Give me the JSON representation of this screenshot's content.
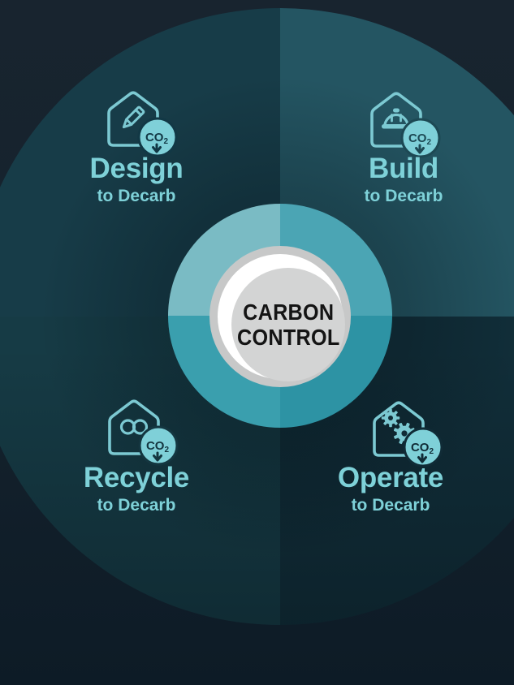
{
  "diagram": {
    "center": {
      "title_line1": "CARBON",
      "title_line2": "CONTROL"
    },
    "co2_badge": {
      "label": "CO",
      "subscript": "2",
      "arrow": "down"
    },
    "quadrants": [
      {
        "position": "top-left",
        "title": "Design",
        "subtitle": "to Decarb",
        "icon": "pencil-house-icon"
      },
      {
        "position": "top-right",
        "title": "Build",
        "subtitle": "to Decarb",
        "icon": "hardhat-house-icon"
      },
      {
        "position": "bottom-left",
        "title": "Recycle",
        "subtitle": "to Decarb",
        "icon": "infinity-house-icon"
      },
      {
        "position": "bottom-right",
        "title": "Operate",
        "subtitle": "to Decarb",
        "icon": "gears-house-icon"
      }
    ],
    "colors": {
      "background": "#15222d",
      "quadrant_top_left": "#173c48",
      "quadrant_top_right": "#245562",
      "quadrant_bottom_left": "#163b45",
      "quadrant_bottom_right": "#112e39",
      "ring_top_left": "#7abbc4",
      "ring_top_right": "#4ba5b4",
      "ring_bottom_left": "#3a9fae",
      "ring_bottom_right": "#2d93a4",
      "accent_text": "#7ed1d8",
      "icon_stroke": "#7cc9d2",
      "badge_fill": "#7fd0d8",
      "center_disc_gray": "#c7c8c8",
      "center_disc_inner": "#d3d4d4",
      "center_text": "#141414"
    }
  }
}
